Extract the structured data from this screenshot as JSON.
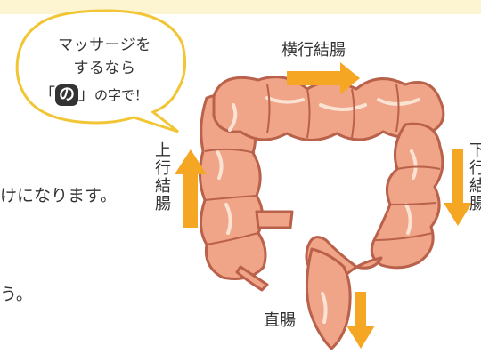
{
  "speech_bubble": {
    "line1": "マッサージを",
    "line2": "するなら",
    "bracket_open": "「",
    "no_char": "の",
    "bracket_close": "」",
    "line3_tail": "の字で！"
  },
  "labels": {
    "transverse": "横行結腸",
    "ascending": [
      "上",
      "行",
      "結",
      "腸"
    ],
    "descending": [
      "下",
      "行",
      "結",
      "腸"
    ],
    "rectum": "直腸"
  },
  "body_text": {
    "line1": "けになります。",
    "line2": "う。"
  },
  "colors": {
    "arrow": "#f5a623",
    "intestine_fill": "#f0a488",
    "intestine_stroke": "#b9614a",
    "highlight": "#fbe3d3",
    "top_band": "#fdf4d2"
  }
}
